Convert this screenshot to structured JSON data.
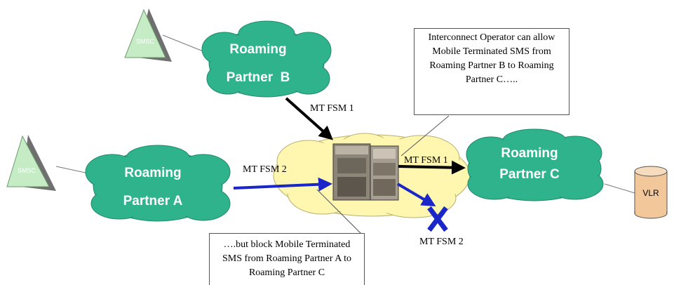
{
  "smsc_top": "SMSC",
  "smsc_left": "SMSC",
  "partner_b": {
    "line1": "Roaming",
    "line2": "Partner  B"
  },
  "partner_a": {
    "line1": "Roaming",
    "line2": "Partner A"
  },
  "partner_c": {
    "line1": "Roaming",
    "line2": "Partner C"
  },
  "vlr": "VLR",
  "labels": {
    "mt_fsm1_b": "MT FSM 1",
    "mt_fsm2_a": "MT FSM 2",
    "mt_fsm1_c": "MT FSM 1",
    "mt_fsm2_blocked": "MT FSM 2"
  },
  "callout_top": [
    "Interconnect Operator can allow",
    "Mobile Terminated SMS from",
    "Roaming Partner B to Roaming",
    "Partner C….."
  ],
  "callout_bottom": [
    "….but block Mobile Terminated",
    "SMS from Roaming Partner A to",
    "Roaming Partner C"
  ],
  "colors": {
    "cloud_green": "#2fb38c",
    "center_cloud": "#fff7b0",
    "arrow_black": "#000000",
    "arrow_blue": "#1a26c8",
    "vlr_fill": "#f2c79a"
  }
}
